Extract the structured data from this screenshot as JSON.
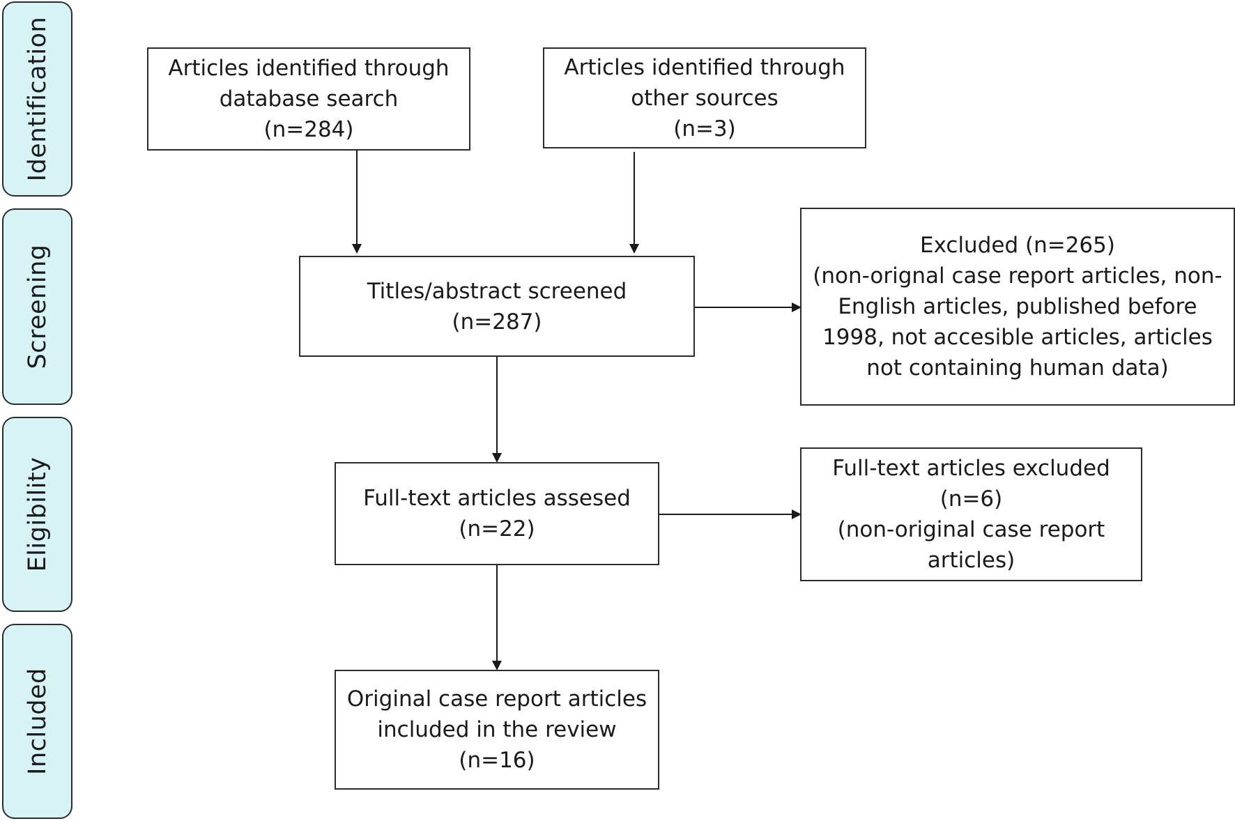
{
  "stages": [
    {
      "id": "identification",
      "label": "Identification"
    },
    {
      "id": "screening",
      "label": "Screening"
    },
    {
      "id": "eligibility",
      "label": "Eligibility"
    },
    {
      "id": "included",
      "label": "Included"
    }
  ],
  "boxes": {
    "database_search": {
      "lines": [
        "Articles identified through",
        "database search",
        "(n=284)"
      ]
    },
    "other_sources": {
      "lines": [
        "Articles identified through",
        "other sources",
        "(n=3)"
      ]
    },
    "screened": {
      "lines": [
        "Titles/abstract screened",
        "(n=287)"
      ]
    },
    "excluded_screening": {
      "lines": [
        "Excluded (n=265)",
        "(non-orignal case report articles, non-",
        "English articles, published before",
        "1998, not accesible articles, articles",
        "not containing human data)"
      ]
    },
    "fulltext_assessed": {
      "lines": [
        "Full-text articles assesed",
        "(n=22)"
      ]
    },
    "fulltext_excluded": {
      "lines": [
        "Full-text articles excluded",
        "(n=6)",
        "(non-original case report",
        "articles)"
      ]
    },
    "included": {
      "lines": [
        "Original case report articles",
        "included in the review",
        "(n=16)"
      ]
    }
  },
  "colors": {
    "stage_fill": "#d8f3f6",
    "stroke": "#2b2b2b"
  }
}
